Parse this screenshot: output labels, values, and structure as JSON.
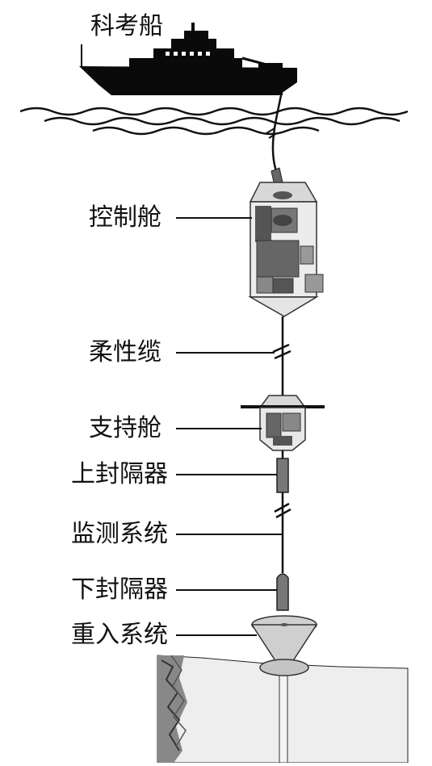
{
  "labels": {
    "ship": "科考船",
    "control_cabin": "控制舱",
    "flexible_cable": "柔性缆",
    "support_cabin": "支持舱",
    "upper_packer": "上封隔器",
    "monitoring_system": "监测系统",
    "lower_packer": "下封隔器",
    "reentry_system": "重入系统"
  },
  "icons": {
    "ship": "research-vessel-icon",
    "waves": "sea-surface-waves-icon",
    "cable_break": "cable-break-mark-icon",
    "seafloor": "seafloor-section-icon"
  },
  "colors": {
    "ink": "#111111",
    "hull": "#0a0a0a",
    "equipment": "#6e6e6e",
    "equipment_light": "#c8c8c8",
    "seafloor": "#eeeeee"
  }
}
